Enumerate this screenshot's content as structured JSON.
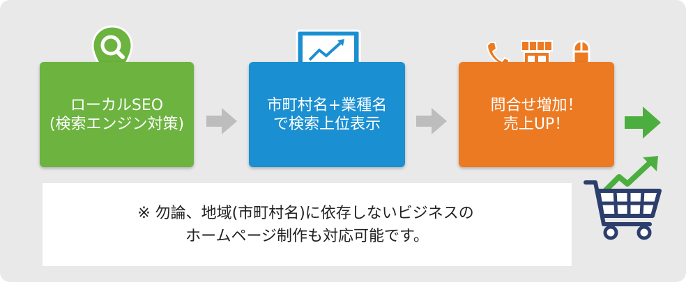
{
  "steps": [
    {
      "line1": "ローカルSEO",
      "line2": "(検索エンジン対策)",
      "icon": "location-search-pin-icon",
      "color": "#6cb33f"
    },
    {
      "line1": "市町村名+業種名",
      "line2": "で検索上位表示",
      "icon": "monitor-trend-icon",
      "color": "#1a8fd1"
    },
    {
      "line1": "問合せ増加！",
      "line2": "売上UP！",
      "icon": "phone-shop-mouse-icons",
      "color": "#ec7a23"
    }
  ],
  "note": {
    "line1": "※ 勿論、地域(市町村名)に依存しないビジネスの",
    "line2": "ホームページ制作も対応可能です。"
  },
  "colors": {
    "green": "#6cb33f",
    "blue": "#1a8fd1",
    "orange": "#ec7a23",
    "arrow_gray": "#bdbdbd",
    "cart_navy": "#2c3e6b"
  }
}
